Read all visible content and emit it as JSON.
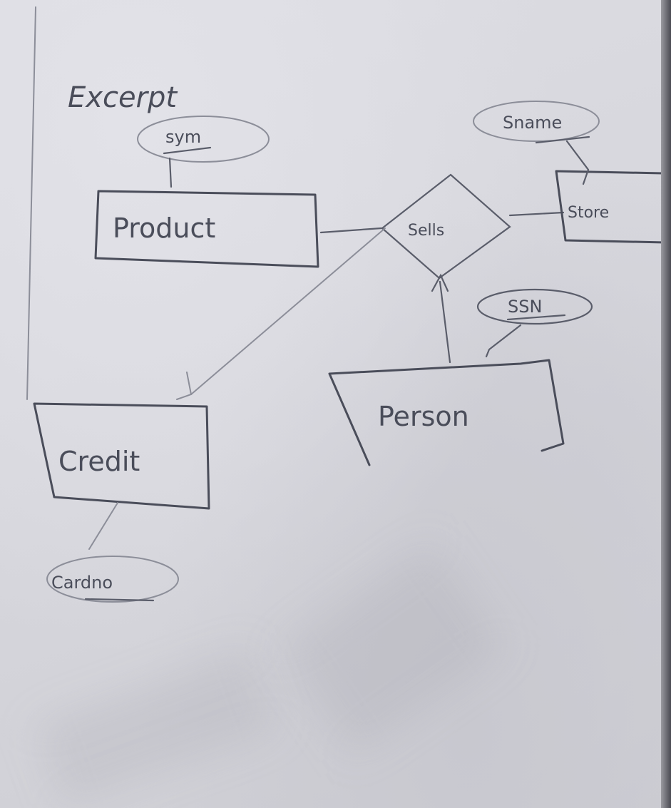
{
  "diagram": {
    "title": "Excerpt",
    "entities": {
      "product": "Product",
      "store": "Store",
      "credit": "Credit",
      "person": "Person"
    },
    "relationship": "Sells",
    "attributes": {
      "product_key": "sym",
      "store_key": "Sname",
      "person_key": "SSN",
      "credit_key": "Cardno"
    }
  }
}
